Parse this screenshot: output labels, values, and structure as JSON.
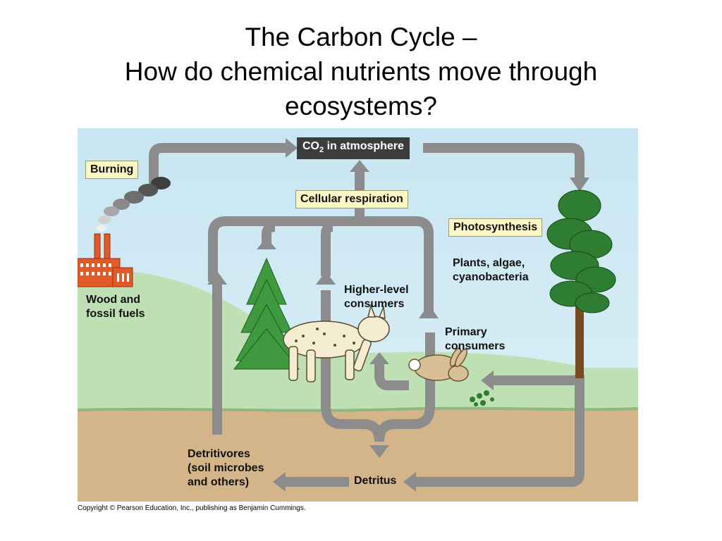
{
  "title": {
    "line1": "The Carbon Cycle –",
    "line2": "How do chemical nutrients move through",
    "line3": "ecosystems?"
  },
  "labels": {
    "burning": "Burning",
    "co2_prefix": "CO",
    "co2_sub": "2",
    "co2_suffix": " in atmosphere",
    "cellular_respiration": "Cellular respiration",
    "photosynthesis": "Photosynthesis",
    "plants": "Plants, algae,\ncyanobacteria",
    "higher_level": "Higher-level\nconsumers",
    "primary": "Primary\nconsumers",
    "wood": "Wood and\nfossil fuels",
    "detritivores": "Detritivores\n(soil microbes\nand others)",
    "detritus": "Detritus"
  },
  "copyright": "Copyright © Pearson Education, Inc., publishing as Benjamin Cummings.",
  "colors": {
    "sky": "#c8e6f2",
    "hill": "#bfe0b4",
    "soil": "#d4b58a",
    "arrow": "#8c8c8c",
    "label_box": "#fbf7c4",
    "co2_box": "#3c3c3c"
  }
}
